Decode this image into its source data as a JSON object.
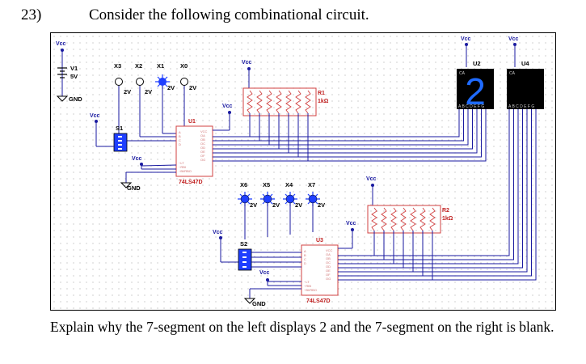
{
  "question": {
    "number": "23)",
    "prompt": "Consider the following combinational circuit.",
    "followup": "Explain why the 7-segment on the left displays 2 and the 7-segment on the right is blank."
  },
  "circuit": {
    "vcc": "Vcc",
    "gnd": "GND",
    "battery": {
      "name": "V1",
      "value": "5V"
    },
    "probes_top": [
      {
        "name": "X3",
        "value": "2V",
        "lit": false
      },
      {
        "name": "X2",
        "value": "2V",
        "lit": false
      },
      {
        "name": "X1",
        "value": "2V",
        "lit": true
      },
      {
        "name": "X0",
        "value": "2V",
        "lit": false
      }
    ],
    "probes_bottom": [
      {
        "name": "X6",
        "value": "2V",
        "lit": true
      },
      {
        "name": "X5",
        "value": "2V",
        "lit": true
      },
      {
        "name": "X4",
        "value": "2V",
        "lit": true
      },
      {
        "name": "X7",
        "value": "2V",
        "lit": true
      }
    ],
    "switch_top": "S1",
    "switch_bottom": "S2",
    "decoder_top": {
      "name": "U1",
      "part": "74LS47D"
    },
    "decoder_bottom": {
      "name": "U3",
      "part": "74LS47D"
    },
    "resistor_top": {
      "name": "R1",
      "value": "1kΩ"
    },
    "resistor_bottom": {
      "name": "R2",
      "value": "1kΩ"
    },
    "display_left": {
      "name": "U2",
      "digit": "2",
      "ca": "CA",
      "pins": "A B C D E F G"
    },
    "display_right": {
      "name": "U4",
      "digit": "",
      "ca": "CA",
      "pins": "A B C D E F G"
    },
    "chip_inputs": [
      "A",
      "B",
      "C",
      "D"
    ],
    "chip_ctrl": [
      "~LT",
      "~RBI",
      "~BI/RBO"
    ],
    "chip_outputs": [
      "VCC",
      "OA",
      "OB",
      "OC",
      "OD",
      "OE",
      "OF",
      "OG"
    ],
    "colors": {
      "wire": "#1a1aa0",
      "component": "#d04040",
      "probe_on": "#1f3fff",
      "display_on": "#1f6bff"
    }
  }
}
